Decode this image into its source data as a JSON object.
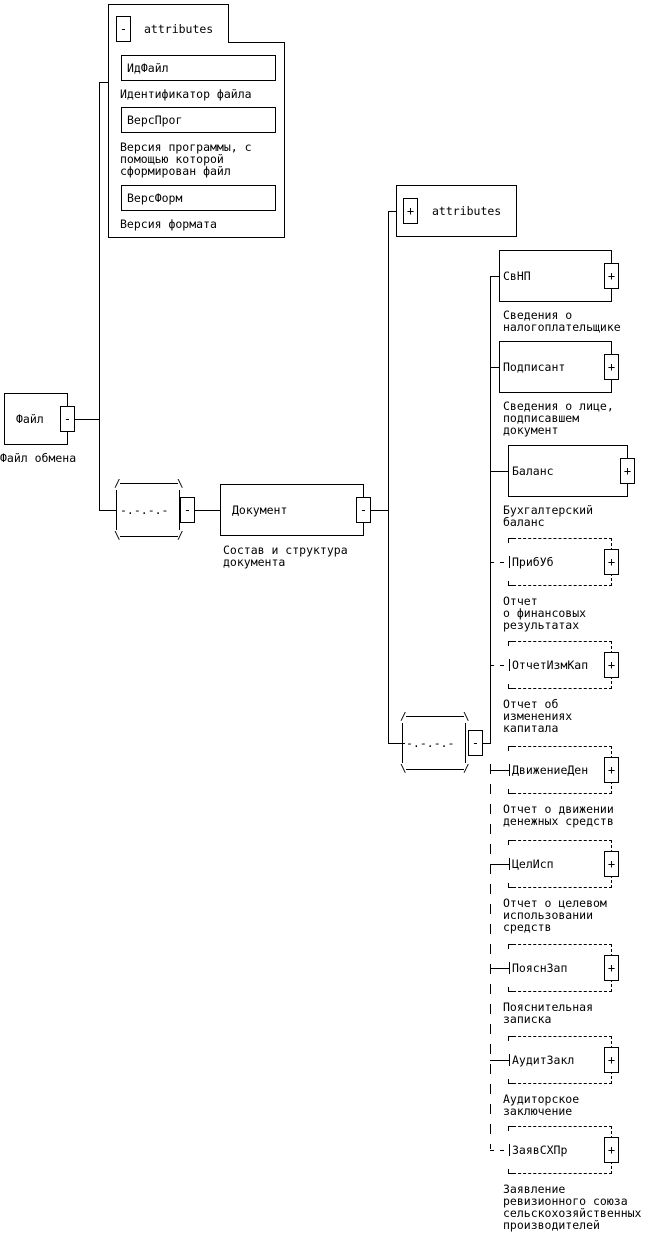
{
  "root": {
    "name": "Файл",
    "description": "Файл обмена",
    "toggle": "-"
  },
  "root_attributes": {
    "header": "attributes",
    "toggle": "-",
    "items": [
      {
        "name": "ИдФайл",
        "description": "Идентификатор файла"
      },
      {
        "name": "ВерсПрог",
        "description": "Версия программы, с\nпомощью которой\nсформирован файл"
      },
      {
        "name": "ВерсФорм",
        "description": "Версия формата"
      }
    ]
  },
  "sequence_1": {
    "symbol": "-.-.-.-",
    "toggle": "-"
  },
  "document": {
    "name": "Документ",
    "description": "Состав и структура\nдокумента",
    "toggle": "-"
  },
  "document_attributes": {
    "header": "attributes",
    "toggle": "+"
  },
  "sequence_2": {
    "symbol": "-.-.-.-",
    "toggle": "-"
  },
  "children": [
    {
      "name": "СвНП",
      "description": "Сведения о\nналогоплательщике",
      "toggle": "+",
      "optional": false
    },
    {
      "name": "Подписант",
      "description": "Сведения о лице,\nподписавшем\nдокумент",
      "toggle": "+",
      "optional": false
    },
    {
      "name": "Баланс",
      "description": "Бухгалтерский\nбаланс",
      "toggle": "+",
      "optional": false
    },
    {
      "name": "ПрибУб",
      "description": "Отчет\nо финансовых\nрезультатах",
      "toggle": "+",
      "optional": true
    },
    {
      "name": "ОтчетИзмКап",
      "description": "Отчет об\nизменениях\nкапитала",
      "toggle": "+",
      "optional": true
    },
    {
      "name": "ДвижениеДен",
      "description": "Отчет о движении\nденежных средств",
      "toggle": "+",
      "optional": true
    },
    {
      "name": "ЦелИсп",
      "description": "Отчет о целевом\nиспользовании\nсредств",
      "toggle": "+",
      "optional": true
    },
    {
      "name": "ПояснЗап",
      "description": "Пояснительная\nзаписка",
      "toggle": "+",
      "optional": true
    },
    {
      "name": "АудитЗакл",
      "description": "Аудиторское\nзаключение",
      "toggle": "+",
      "optional": true
    },
    {
      "name": "ЗаявСХПр",
      "description": "Заявление\nревизионного союза\nсельскохозяйственных\nпроизводителей",
      "toggle": "+",
      "optional": true
    }
  ]
}
